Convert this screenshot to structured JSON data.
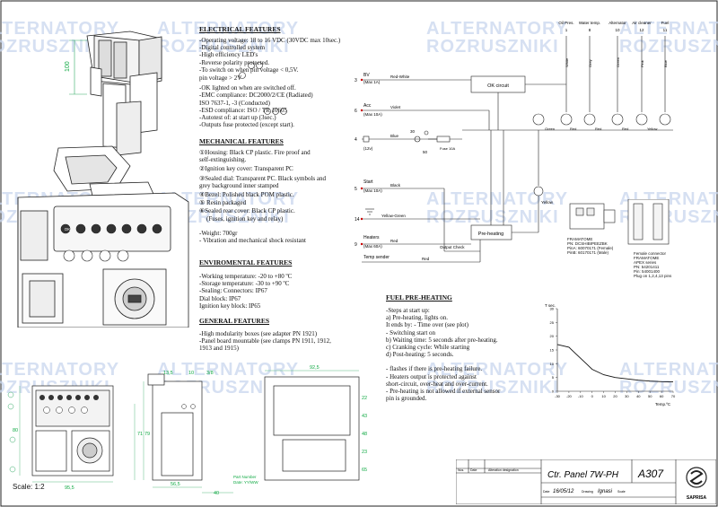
{
  "watermark": {
    "line1": "ALTERNATORY",
    "line2": "ROZRUSZNIKI"
  },
  "electrical": {
    "title": "ELECTRICAL FEATURES",
    "lines": [
      "-Operating voltage: 18 to 16 VDC (30VDC max 10sec.)",
      "-Digital controlled system",
      "-High efficiency LED's",
      "-Reverse polarity protected.",
      "-To switch on when        pin voltage < 0,5V.",
      "                              pin voltage > 2V",
      "-OK lighted on when        are switched off.",
      "-EMC compliance:    DC2000/2/CE  (Radiated)",
      "                              ISO 7637-1, -3 (Conducted)",
      "-ESD compliance:         ISO / TR 10605",
      "-Autotest of:                  at start up (3sec.)",
      "-Outputs fuse protected (except start)."
    ]
  },
  "mechanical": {
    "title": "MECHANICAL FEATURES",
    "lines": [
      "①Housing: Black CP plastic. Fire proof and",
      "self-extinguishing.",
      "②Ignition key cover: Transparent PC",
      "③Sealed dial: Transparent PC. Black symbols and",
      "grey background inner stamped",
      "④Bezel: Polished black POM plastic.",
      "⑤ Resin packaged",
      "⑥Sealed rear cover: Black CP plastic.",
      "(Fuses, ignition key and relay)",
      "",
      "-Weight:                                    700gr",
      "- Vibration and mechanical shock resistant"
    ]
  },
  "environmental": {
    "title": "ENVIROMENTAL FEATURES",
    "lines": [
      "-Working temperature:  -20 to +80 ºC",
      "-Storage temperature:    -30 to +90 ºC",
      "-Sealing:  Connectors:                IP67",
      "              Dial block:                 IP67",
      "              Ignition key block:      IP65"
    ]
  },
  "general": {
    "title": "GENERAL FEATURES",
    "lines": [
      "-High modularity boxes (see adapter PN 1921)",
      "-Panel board mountable (see clamps PN 1911, 1912,",
      "1913 and 1915)"
    ]
  },
  "preheating": {
    "title": "FUEL PRE-HEATING",
    "lines": [
      "-Steps at start up:",
      "   a) Pre-heating.        lights on.",
      "         It ends by:   - Time over (see plot)",
      "                            - Switching start on",
      "   b) Waiting time: 5 seconds after pre-heating.",
      "   c) Cranking cycle: While starting",
      "   d) Post-heating: 5 seconds.",
      "",
      "-       flashes if  there is pre-heating failure.",
      "- Heaters output is protected against",
      "short-circuit, over-heat and over-current.",
      "- Pre-heating is not allowed if external sensor",
      "pin is grounded."
    ]
  },
  "wiring": {
    "inputs": [
      {
        "num": "3",
        "name": "BV",
        "sub": "(Max 1A)",
        "wire": "Red-White"
      },
      {
        "num": "6",
        "name": "Acc",
        "sub": "(Max 10A)",
        "wire": "Violet"
      },
      {
        "num": "4",
        "name": "(12v)",
        "sub": "",
        "wire": "Blue"
      },
      {
        "num": "5",
        "name": "Start",
        "sub": "(Max 10A)",
        "wire": "Black"
      },
      {
        "num": "14",
        "name": "",
        "sub": "",
        "wire": "Yellow-Green"
      },
      {
        "num": "9",
        "name": "Heaters",
        "sub": "(Max 60A)",
        "wire": "Red"
      },
      {
        "num": "",
        "name": "Temp sender",
        "sub": "",
        "wire": "Red"
      }
    ],
    "sensors": [
      {
        "name": "Oil Pres.",
        "pin": "1",
        "wire": "White",
        "lamp": "Green"
      },
      {
        "name": "Water temp.",
        "pin": "8",
        "wire": "Grey",
        "lamp": "Red"
      },
      {
        "name": "Alternator",
        "pin": "10",
        "wire": "Green",
        "lamp": "Red"
      },
      {
        "name": "Air cleaner",
        "pin": "12",
        "wire": "Pink",
        "lamp": "Red"
      },
      {
        "name": "Fuel",
        "pin": "11",
        "wire": "Blue",
        "lamp": "Yellow"
      }
    ],
    "ok_circuit": "OK circuit",
    "preheat_box": "Pre-heating",
    "output_check": "Output Check",
    "fuse": "Fuse 10A",
    "yellow_label": "Yellow",
    "pin_30": "30",
    "pin_50": "50",
    "dim_100": "100"
  },
  "connector": {
    "left": [
      "FRAMATOME",
      "PN: DCSHIBIPEEZBK",
      "PinA: 60070171 (Female)",
      "PinB: 60170171 (Male)"
    ],
    "right": [
      "Female connector",
      "FRAMATOME",
      "APEX series",
      "PN: 54201411",
      "Pin: 54001400",
      "Plug on 1,2,4,13 pins"
    ]
  },
  "plot": {
    "ylabel": "T sec.",
    "xlabel": "Temp.ºC",
    "yticks": [
      "30",
      "25",
      "20",
      "15",
      "10",
      "5",
      "0"
    ],
    "xticks": [
      "-30",
      "-20",
      "-10",
      "0",
      "10",
      "20",
      "30",
      "40",
      "50",
      "60",
      "70"
    ]
  },
  "chart_data": {
    "type": "line",
    "title": "",
    "xlabel": "Temp.ºC",
    "ylabel": "T sec.",
    "xlim": [
      -30,
      70
    ],
    "ylim": [
      0,
      30
    ],
    "series": [
      {
        "x": [
          -30,
          -20,
          -15,
          -10,
          -5,
          0,
          10,
          20,
          30,
          40,
          50,
          60,
          70
        ],
        "y": [
          17,
          16,
          14,
          12,
          10,
          8,
          6,
          5,
          4.5,
          4,
          3.7,
          3.5,
          3.4
        ]
      }
    ]
  },
  "dims": {
    "d1": "95,5",
    "d2": "80",
    "d3": "71",
    "d4": "56,5",
    "d5": "79",
    "d6": "40",
    "d7": "13,5",
    "d8": "10",
    "d9": "3/8",
    "d10": "92,5",
    "d11": "22",
    "d12": "43",
    "d13": "48",
    "d14": "23",
    "d15": "65",
    "part_label_1": "Part Number",
    "part_label_2": "Date: YY/WW",
    "scale": "Scale: 1:2"
  },
  "titleblock": {
    "title": "Ctr. Panel  7W-PH",
    "code": "A307",
    "date_label": "Date",
    "date": "16/05/12",
    "drawing_label": "Drawing",
    "drawn_by": "Ignasi",
    "scale_label": "Scale",
    "rev_headers": [
      "Nus.",
      "Date",
      "Alteration designation"
    ],
    "brand": "SAPRISA"
  }
}
